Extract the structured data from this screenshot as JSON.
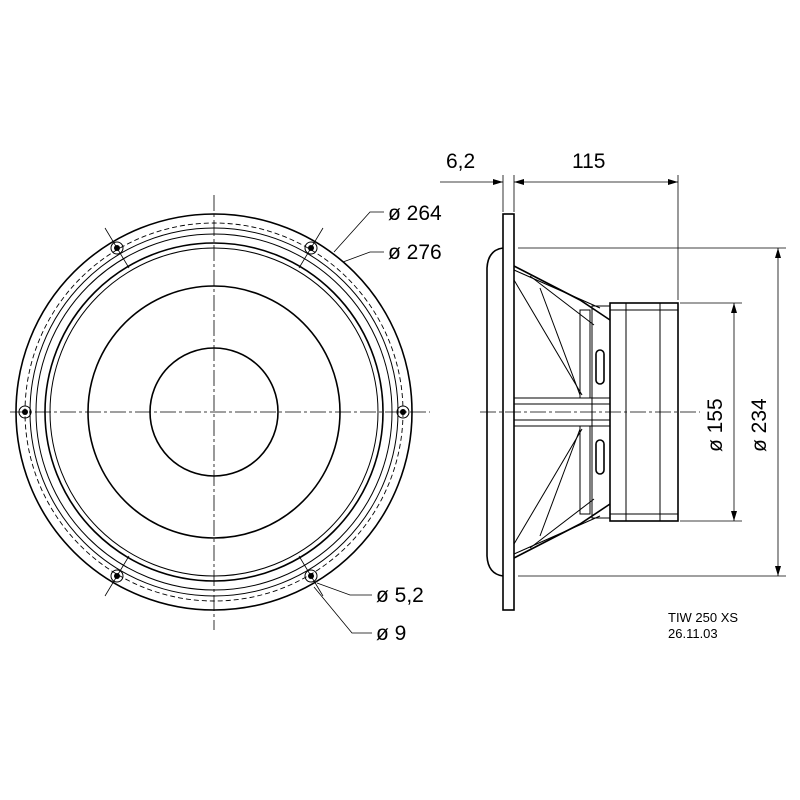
{
  "dimensions": {
    "bolt_circle": "ø 264",
    "outer_diameter": "ø 276",
    "hole_diameter": "ø 5,2",
    "hole_outer": "ø 9",
    "flange_thickness": "6,2",
    "depth": "115",
    "magnet_diameter": "ø 155",
    "cutout_diameter": "ø 234"
  },
  "stamp": {
    "model": "TIW 250 XS",
    "date": "26.11.03"
  }
}
